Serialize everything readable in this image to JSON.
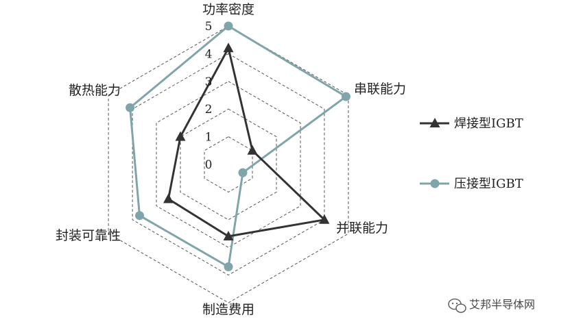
{
  "chart_data": {
    "type": "radar",
    "axes": [
      "功率密度",
      "串联能力",
      "并联能力",
      "制造费用",
      "封装可靠性",
      "散热能力"
    ],
    "ticks": [
      "0",
      "1",
      "2",
      "3",
      "4",
      "5"
    ],
    "rlim": [
      0,
      5
    ],
    "legend_position": "right",
    "series": [
      {
        "name": "焊接型IGBT",
        "values": [
          4.2,
          1.0,
          4.0,
          2.6,
          2.5,
          2.0
        ],
        "color": "#333333",
        "marker": "triangle"
      },
      {
        "name": "压接型IGBT",
        "values": [
          5.0,
          4.9,
          0.6,
          3.7,
          3.7,
          4.1
        ],
        "color": "#7fa4aa",
        "marker": "circle"
      }
    ]
  },
  "watermark": {
    "text": "艾邦半导体网",
    "icon": "wechat-icon"
  }
}
